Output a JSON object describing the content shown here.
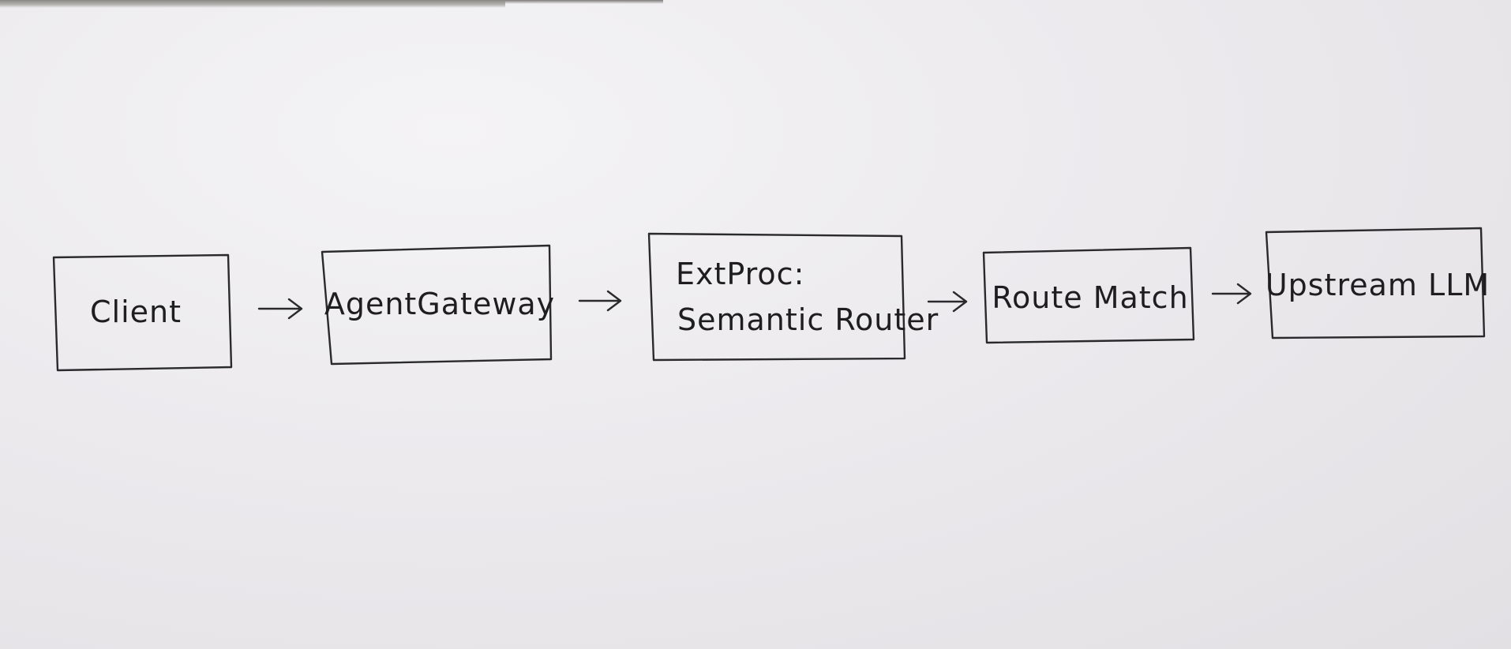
{
  "nodes": [
    {
      "id": "client",
      "lines": [
        "Client"
      ]
    },
    {
      "id": "agentgateway",
      "lines": [
        "AgentGateway"
      ]
    },
    {
      "id": "extproc",
      "lines": [
        "ExtProc:",
        "Semantic Router"
      ]
    },
    {
      "id": "route-match",
      "lines": [
        "Route Match"
      ]
    },
    {
      "id": "upstream-llm",
      "lines": [
        "Upstream LLM"
      ]
    }
  ],
  "edges": [
    {
      "from": "client",
      "to": "agentgateway"
    },
    {
      "from": "agentgateway",
      "to": "extproc"
    },
    {
      "from": "extproc",
      "to": "route-match"
    },
    {
      "from": "route-match",
      "to": "upstream-llm"
    }
  ],
  "colors": {
    "ink": "#2a2a2c",
    "paper": "#eceaed"
  }
}
